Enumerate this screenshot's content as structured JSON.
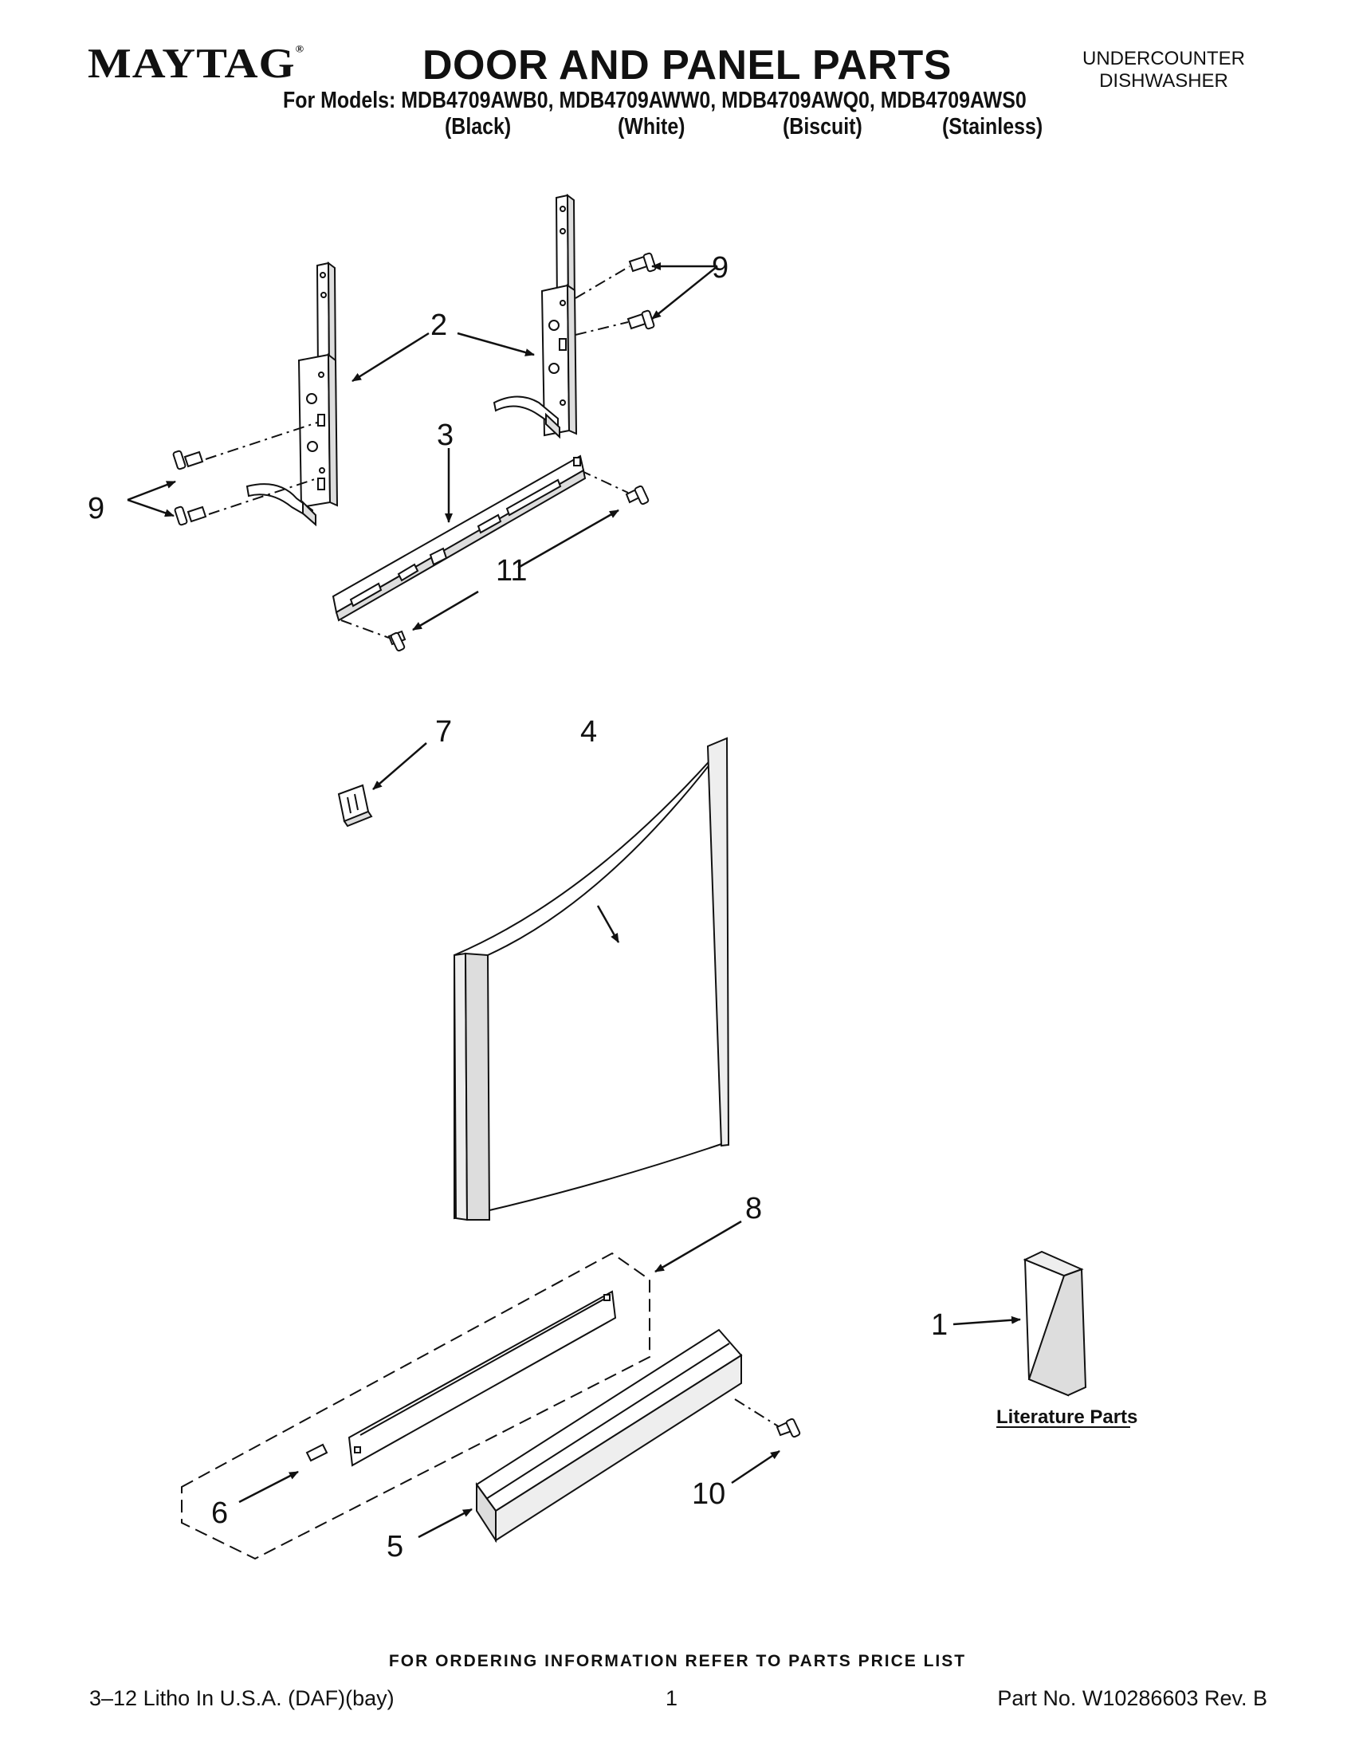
{
  "header": {
    "brand": "MAYTAG",
    "brand_mark": "®",
    "title": "DOOR AND PANEL PARTS",
    "subtitle_line1": "UNDERCOUNTER",
    "subtitle_line2": "DISHWASHER",
    "models": "For Models: MDB4709AWB0, MDB4709AWW0, MDB4709AWQ0, MDB4709AWS0",
    "colors": [
      "(Black)",
      "(White)",
      "(Biscuit)",
      "(Stainless)"
    ]
  },
  "callouts": {
    "c1": "1",
    "c2": "2",
    "c3": "3",
    "c4": "4",
    "c5": "5",
    "c6": "6",
    "c7": "7",
    "c8": "8",
    "c9a": "9",
    "c9b": "9",
    "c10": "10",
    "c11": "11"
  },
  "literature_label": "Literature Parts",
  "footer": {
    "ordering_note": "FOR ORDERING INFORMATION REFER TO PARTS PRICE LIST",
    "litho": "3–12 Litho In U.S.A. (DAF)(bay)",
    "page": "1",
    "part_no": "Part No. W10286603 Rev. B"
  }
}
